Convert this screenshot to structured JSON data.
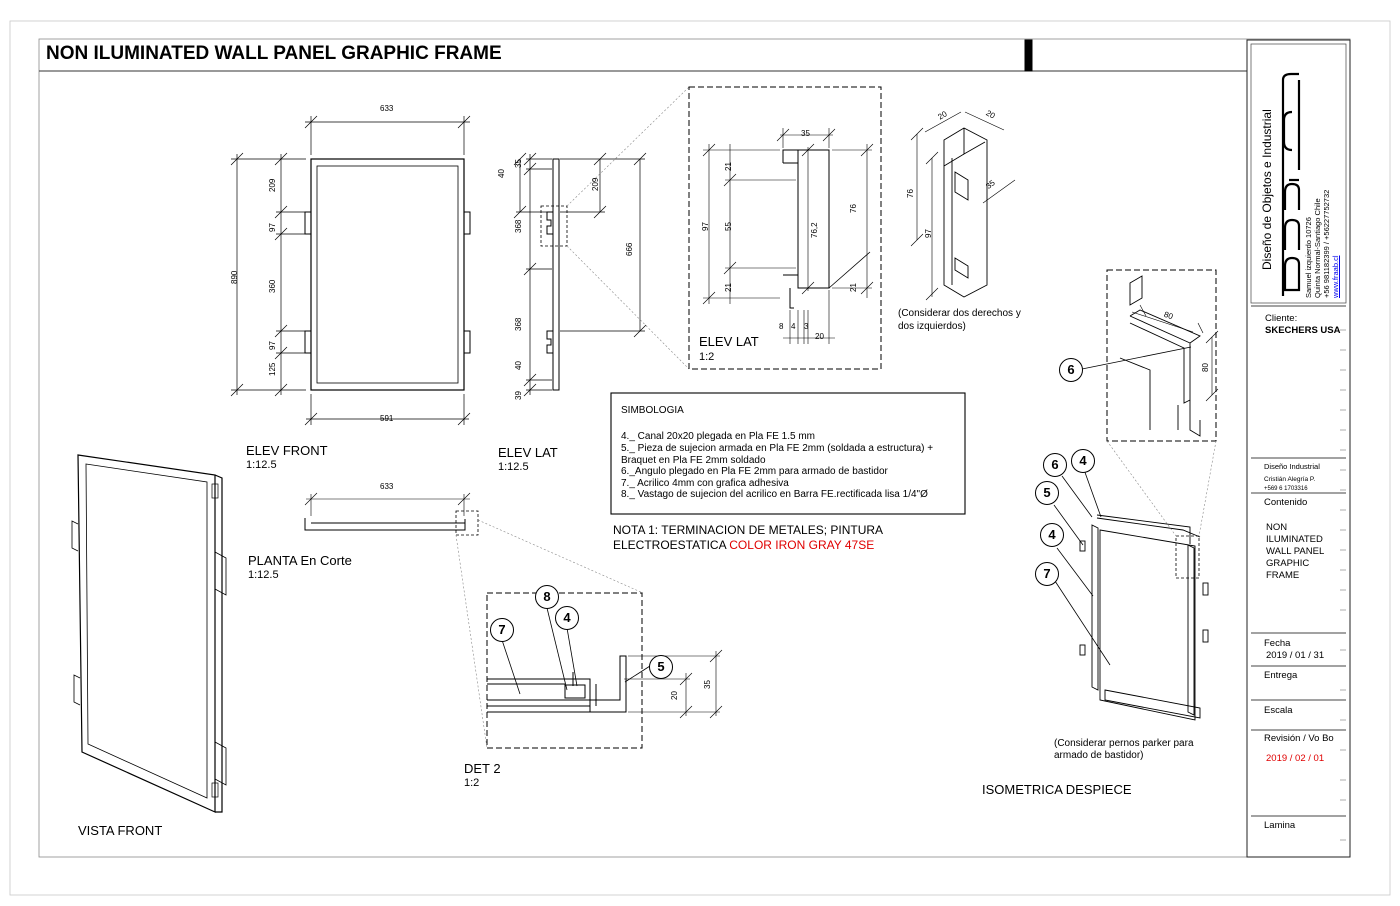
{
  "title": "NON ILUMINATED WALL PANEL GRAPHIC FRAME",
  "views": {
    "elev_front": {
      "name": "ELEV FRONT",
      "scale": "1:12.5"
    },
    "elev_lat": {
      "name": "ELEV LAT",
      "scale": "1:12.5"
    },
    "planta": {
      "name": "PLANTA En Corte",
      "scale": "1:12.5"
    },
    "vista_front": {
      "name": "VISTA FRONT"
    },
    "elev_lat_detail": {
      "name": "ELEV LAT",
      "scale": "1:2"
    },
    "det2": {
      "name": "DET 2",
      "scale": "1:2"
    },
    "isometrica": {
      "name": "ISOMETRICA DESPIECE"
    }
  },
  "dimensions": {
    "front_top": "633",
    "front_bottom": "591",
    "front_height": "890",
    "front_segments": [
      "209",
      "97",
      "360",
      "97",
      "125"
    ],
    "lat_segments": [
      "40",
      "35",
      "368",
      "368",
      "40",
      "39"
    ],
    "lat_209": "209",
    "lat_666": "666",
    "planta_width": "633",
    "detail_top": "35",
    "detail_left_total": "97",
    "detail_segments": [
      "21",
      "55",
      "21"
    ],
    "detail_mid": "76,2",
    "detail_right": "76",
    "detail_right_bottom": "21",
    "detail_bottom": [
      "8",
      "4",
      "3",
      "20"
    ],
    "det2_right": [
      "20",
      "35"
    ],
    "canal_top": [
      "20",
      "20"
    ],
    "canal_side": "35",
    "canal_76": "76",
    "canal_97": "97",
    "bracket": [
      "80",
      "80"
    ]
  },
  "notes": {
    "canal": "(Considerar dos derechos y dos izquierdos)",
    "pernos": "(Considerar pernos parker para armado de bastidor)",
    "nota1_line1": "NOTA 1: TERMINACION  DE METALES; PINTURA",
    "nota1_line2": "ELECTROESTATICA",
    "nota1_color": "COLOR IRON GRAY 47SE"
  },
  "simbologia": {
    "header": "SIMBOLOGIA",
    "items": [
      "4._ Canal 20x20 plegada en Pla FE 1.5 mm",
      "5._ Pieza de sujecion armada en Pla FE 2mm (soldada a estructura) +",
      "Braquet en Pla FE 2mm soldado",
      "6._Angulo plegado en Pla FE 2mm para armado de bastidor",
      "7._ Acrilico 4mm con grafica adhesiva",
      "8._ Vastago de sujecion del acrilico en Barra FE.rectificada lisa 1/4\"Ø"
    ]
  },
  "callouts": {
    "det2": [
      "8",
      "4",
      "7",
      "5"
    ],
    "bracket": "6",
    "iso": [
      "6",
      "4",
      "5",
      "4",
      "7"
    ]
  },
  "title_block": {
    "company": "Diseño de Objetos e Industrial",
    "address": [
      "Samuel izquierdo 10726",
      "Quinta Normal-Santiago Chile",
      "+56 981182399  /  +56227752732"
    ],
    "web": "www.fraab.cl",
    "cliente_label": "Cliente:",
    "cliente": "SKECHERS USA",
    "designer_role": "Diseño Industrial",
    "designer": "Cristián Alegría P.",
    "designer_phone": "+569 6 1703316",
    "contenido_label": "Contenido",
    "contenido": [
      "NON",
      "ILUMINATED",
      "WALL PANEL",
      "GRAPHIC",
      "FRAME"
    ],
    "fecha_label": "Fecha",
    "fecha": "2019 / 01 / 31",
    "entrega_label": "Entrega",
    "escala_label": "Escala",
    "revision_label": "Revisión  / Vo Bo",
    "revision": "2019 / 02 / 01",
    "lamina_label": "Lamina"
  },
  "colors": {
    "accent": "#e00000",
    "link": "#0000ee"
  }
}
